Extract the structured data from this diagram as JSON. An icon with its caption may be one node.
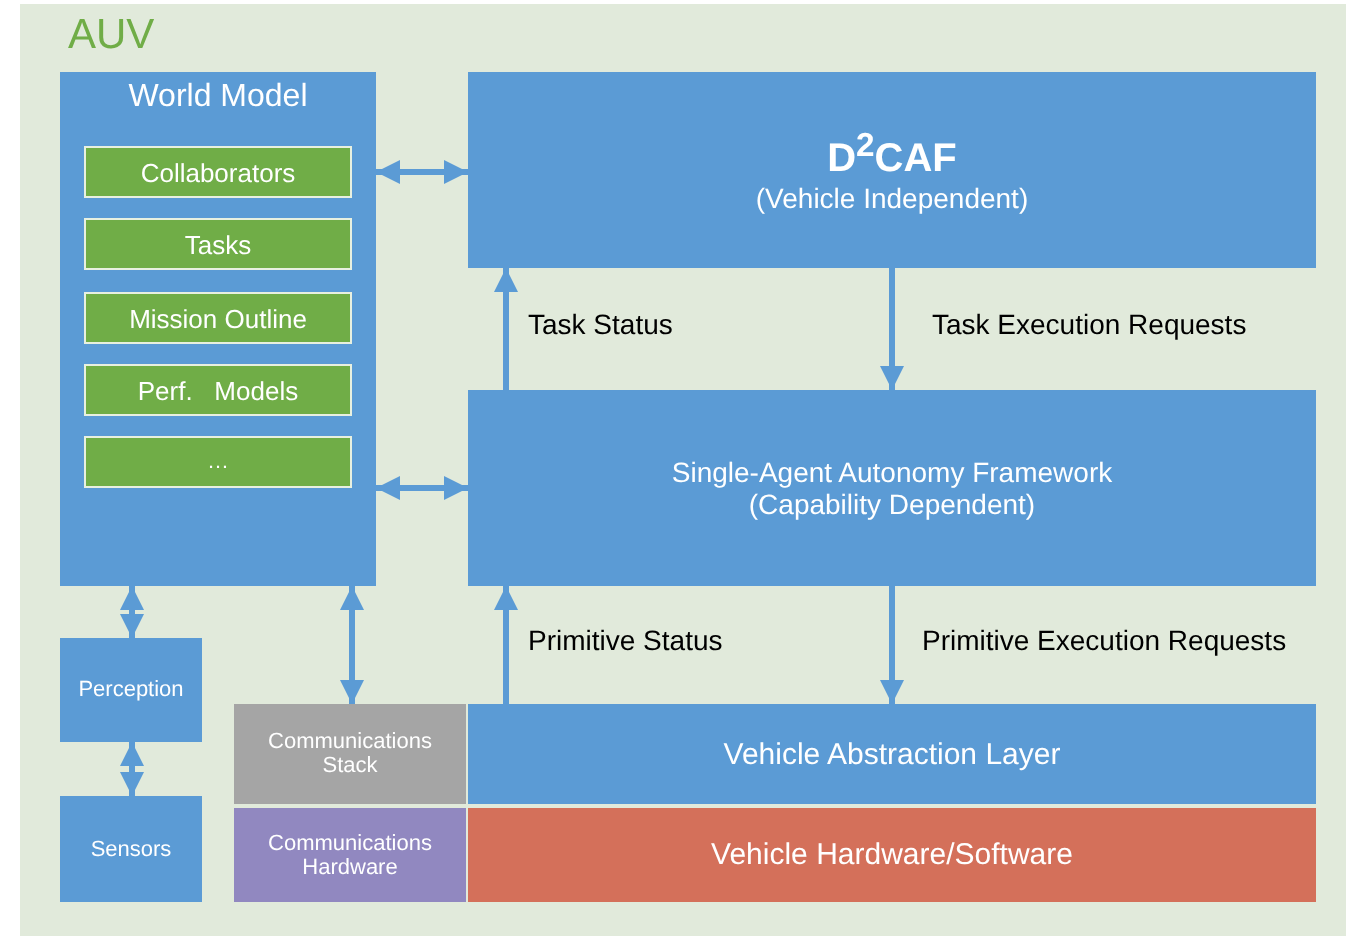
{
  "diagram": {
    "nodes": [
      {
        "text": [
          "AUV"
        ]
      },
      {
        "text": [
          "World Model"
        ],
        "in": 0
      },
      {
        "text": [
          "Collaborators"
        ],
        "in": 1
      },
      {
        "text": [
          "Tasks"
        ],
        "in": 1
      },
      {
        "text": [
          "Mission Outline"
        ],
        "in": 1
      },
      {
        "text": [
          "Perf.   Models"
        ],
        "in": 1
      },
      {
        "text": [
          "…"
        ],
        "in": 1
      },
      {
        "text": [
          "D$^{2}$CAF",
          "(Vehicle Independent)"
        ],
        "in": 0
      },
      {
        "text": [
          "Single-Agent Autonomy Framework (Capability Dependent)"
        ],
        "in": 0
      },
      {
        "text": [
          "Perception"
        ],
        "in": 0
      },
      {
        "text": [
          "Sensors"
        ],
        "in": 0
      },
      {
        "text": [
          "Communications Stack"
        ],
        "in": 0
      },
      {
        "text": [
          "Vehicle Abstraction Layer"
        ],
        "in": 0
      },
      {
        "text": [
          "Communications Hardware"
        ],
        "in": 0
      },
      {
        "text": [
          "Vehicle Hardware/Software"
        ],
        "in": 0
      }
    ],
    "edges": [
      {
        "from": 1,
        "to": 7,
        "arrow": "both"
      },
      {
        "from": 8,
        "to": 7,
        "arrow": "to",
        "label": "Task Status"
      },
      {
        "from": 7,
        "to": 8,
        "arrow": "to",
        "label": "Task Execution Requests"
      },
      {
        "from": 1,
        "to": 8,
        "arrow": "both"
      },
      {
        "from": 1,
        "to": 9,
        "arrow": "both"
      },
      {
        "from": 9,
        "to": 10,
        "arrow": "both"
      },
      {
        "from": 1,
        "to": 11,
        "arrow": "both"
      },
      {
        "from": 12,
        "to": 8,
        "arrow": "to",
        "label": "Primitive Status"
      },
      {
        "from": 8,
        "to": 12,
        "arrow": "to",
        "label": "Primitive Execution Requests"
      }
    ]
  }
}
